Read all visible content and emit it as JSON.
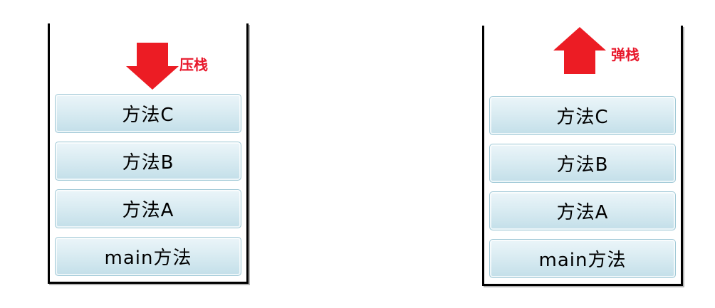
{
  "diagrams": {
    "push": {
      "arrow_label": "压栈",
      "arrow_direction": "down",
      "items": [
        "方法C",
        "方法B",
        "方法A",
        "main方法"
      ]
    },
    "pop": {
      "arrow_label": "弹栈",
      "arrow_direction": "up",
      "items": [
        "方法C",
        "方法B",
        "方法A",
        "main方法"
      ]
    }
  },
  "colors": {
    "arrow_red": "#ec1c24",
    "label_red": "#e8192c",
    "item_text": "#000000",
    "frame_border": "#000000",
    "item_border": "#9fc8d6",
    "item_fill_top": "#ebf5f9",
    "item_fill_bottom": "#c3dfe9"
  }
}
